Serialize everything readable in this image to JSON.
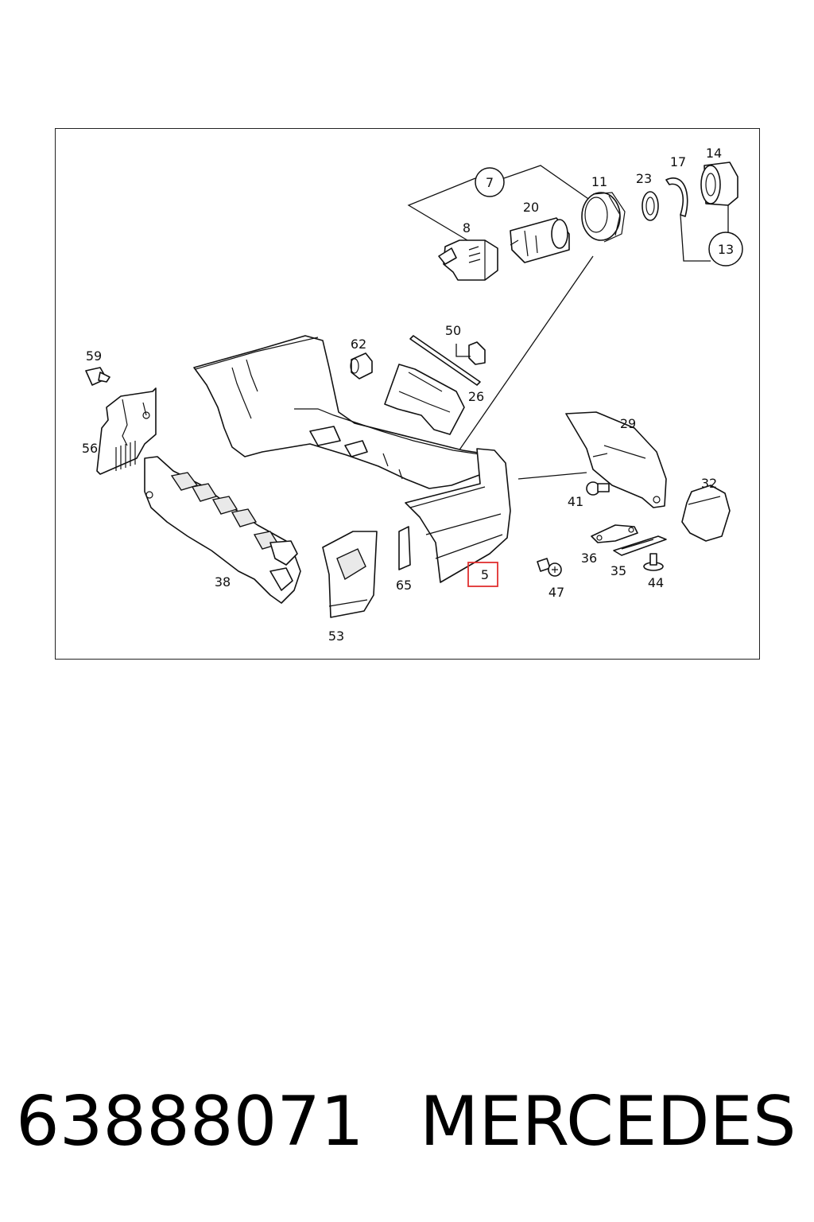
{
  "diagram": {
    "callouts": [
      "7",
      "8",
      "20",
      "11",
      "23",
      "17",
      "14",
      "13",
      "59",
      "62",
      "50",
      "26",
      "56",
      "29",
      "32",
      "41",
      "36",
      "35",
      "38",
      "44",
      "65",
      "53",
      "47",
      "5"
    ],
    "highlighted_callout": "5",
    "highlight_color": "#e03030"
  },
  "caption": {
    "part_number": "63888071",
    "brand": "MERCEDES"
  }
}
